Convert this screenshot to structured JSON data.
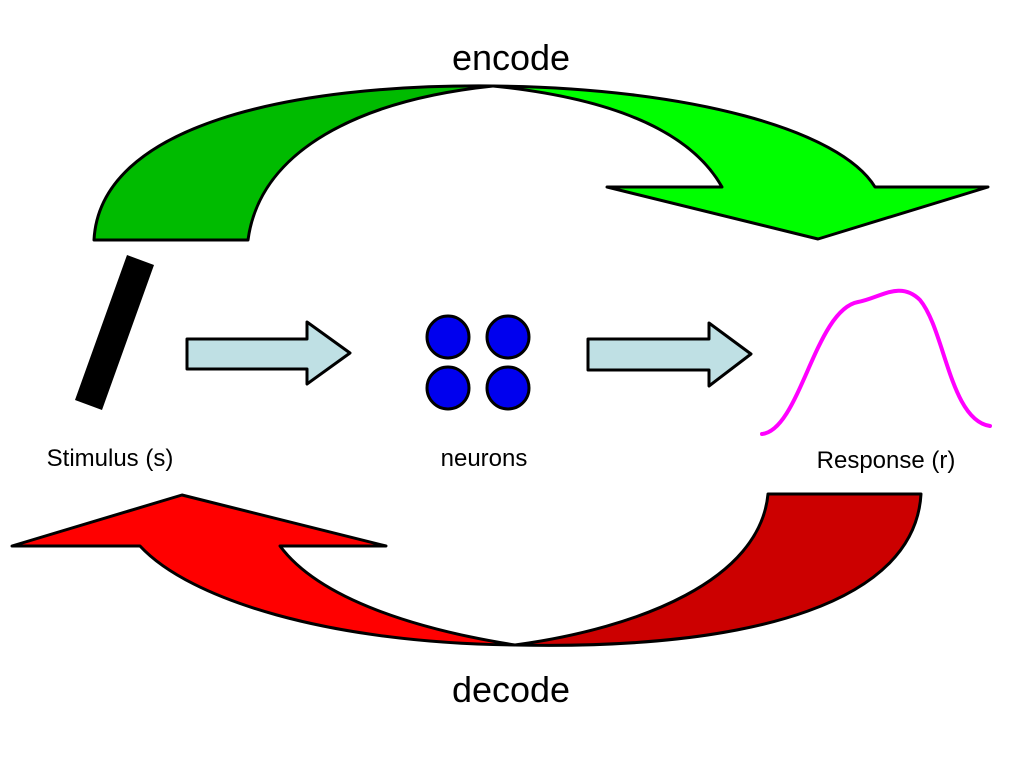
{
  "labels": {
    "encode": "encode",
    "decode": "decode",
    "stimulus": "Stimulus (s)",
    "neurons": "neurons",
    "response": "Response (r)"
  },
  "colors": {
    "encode_dark": "#00bb00",
    "encode_light": "#00ff00",
    "decode_light": "#ff0000",
    "decode_dark": "#cc0000",
    "flow_arrow": "#bfe0e4",
    "neuron": "#0000ee",
    "stimulus_bar": "#000000",
    "response_curve": "#ff00ff"
  },
  "icons": {
    "stimulus": "oriented-bar",
    "response": "tuning-curve",
    "neurons": "four-neuron-cluster"
  }
}
